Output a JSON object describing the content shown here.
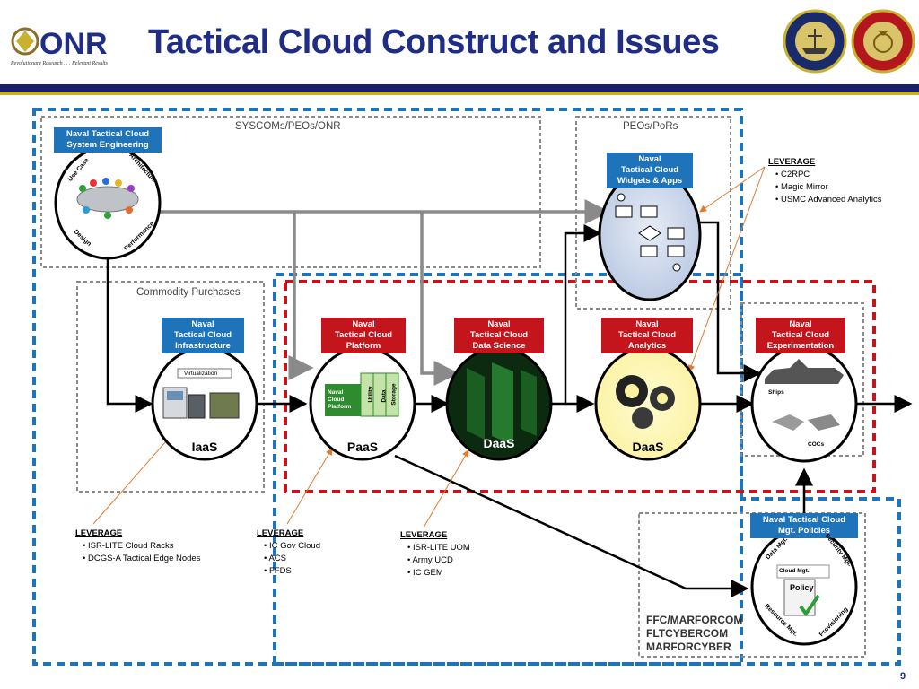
{
  "header": {
    "logo_text": "ONR",
    "logo_tagline": "Revolutionary Research . . . Relevant Results",
    "title": "Tactical Cloud Construct and Issues"
  },
  "regions": {
    "syscoms": "SYSCOMs/PEOs/ONR",
    "peos": "PEOs/PoRs",
    "commodity": "Commodity Purchases",
    "commands": [
      "FFC/MARFORCOM",
      "FLTCYBERCOM",
      "MARFORCYBER"
    ]
  },
  "nodes": {
    "system_engineering": {
      "tag": [
        "Naval Tactical Cloud",
        "System Engineering"
      ],
      "arc_labels": [
        "Use Case",
        "Architecture",
        "Design",
        "Performance"
      ]
    },
    "widgets": {
      "tag": [
        "Naval",
        "Tactical Cloud",
        "Widgets & Apps"
      ]
    },
    "infrastructure": {
      "tag": [
        "Naval",
        "Tactical Cloud",
        "Infrastructure"
      ],
      "inner": "Virtualization",
      "label": "IaaS"
    },
    "platform": {
      "tag": [
        "Naval",
        "Tactical Cloud",
        "Platform"
      ],
      "inner": [
        "Naval",
        "Cloud",
        "Platform"
      ],
      "stack": [
        "Utility",
        "Data",
        "Storage"
      ],
      "label": "PaaS"
    },
    "data_science": {
      "tag": [
        "Naval",
        "Tactical Cloud",
        "Data Science"
      ],
      "label": "DaaS"
    },
    "analytics": {
      "tag": [
        "Naval",
        "Tactical Cloud",
        "Analytics"
      ],
      "label": "DaaS"
    },
    "experimentation": {
      "tag": [
        "Naval",
        "Tactical Cloud",
        "Experimentation"
      ],
      "ships": "Ships",
      "cocs": "COCs"
    },
    "policies": {
      "tag": [
        "Naval Tactical Cloud",
        "Mgt. Policies"
      ],
      "arc_labels": [
        "Data Mgt.",
        "Security Mgt.",
        "Resource Mgt.",
        "Provisioning"
      ],
      "doc_label": "Cloud Mgt.",
      "policy_word": "Policy"
    }
  },
  "leverage": {
    "widgets": {
      "title": "LEVERAGE",
      "items": [
        "C2RPC",
        "Magic Mirror",
        "USMC Advanced Analytics"
      ]
    },
    "iaas": {
      "title": "LEVERAGE",
      "items": [
        "ISR-LITE Cloud Racks",
        "DCGS-A Tactical Edge Nodes"
      ]
    },
    "paas": {
      "title": "LEVERAGE",
      "items": [
        "IC Gov Cloud",
        "ACS",
        "FFDS"
      ]
    },
    "daas": {
      "title": "LEVERAGE",
      "items": [
        "ISR-LITE UOM",
        "Army UCD",
        "IC GEM"
      ]
    }
  },
  "page_number": "9",
  "colors": {
    "navy": "#1a1f6e",
    "title_blue": "#1f2d86",
    "gold": "#c9b02e",
    "tag_blue": "#1f73b8",
    "tag_red": "#c4151c",
    "dash_blue": "#1f73b8",
    "dash_red": "#c4151c",
    "gray_connector": "#8a8a8a",
    "pointer": "#e07b2e"
  }
}
